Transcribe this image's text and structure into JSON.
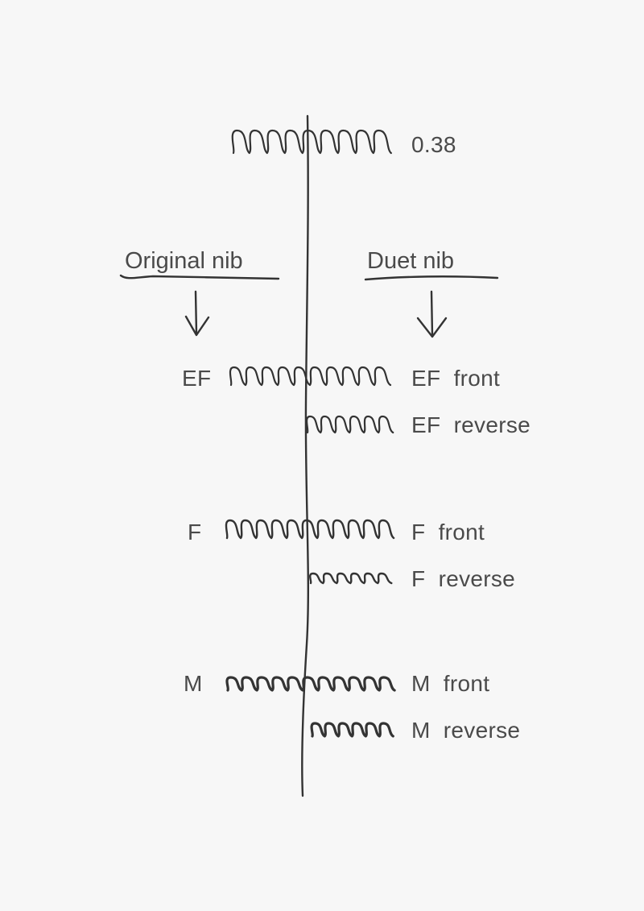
{
  "width_label": "0.38",
  "headers": {
    "original": "Original nib",
    "duet": "Duet nib"
  },
  "original_nibs": [
    "EF",
    "F",
    "M"
  ],
  "duet_nibs": [
    {
      "size": "EF",
      "side": "front"
    },
    {
      "size": "EF",
      "side": "reverse"
    },
    {
      "size": "F",
      "side": "front"
    },
    {
      "size": "F",
      "side": "reverse"
    },
    {
      "size": "M",
      "side": "front"
    },
    {
      "size": "M",
      "side": "reverse"
    }
  ],
  "colors": {
    "ink": "#333333",
    "text": "#4a4a4a",
    "paper": "#f7f7f7"
  }
}
